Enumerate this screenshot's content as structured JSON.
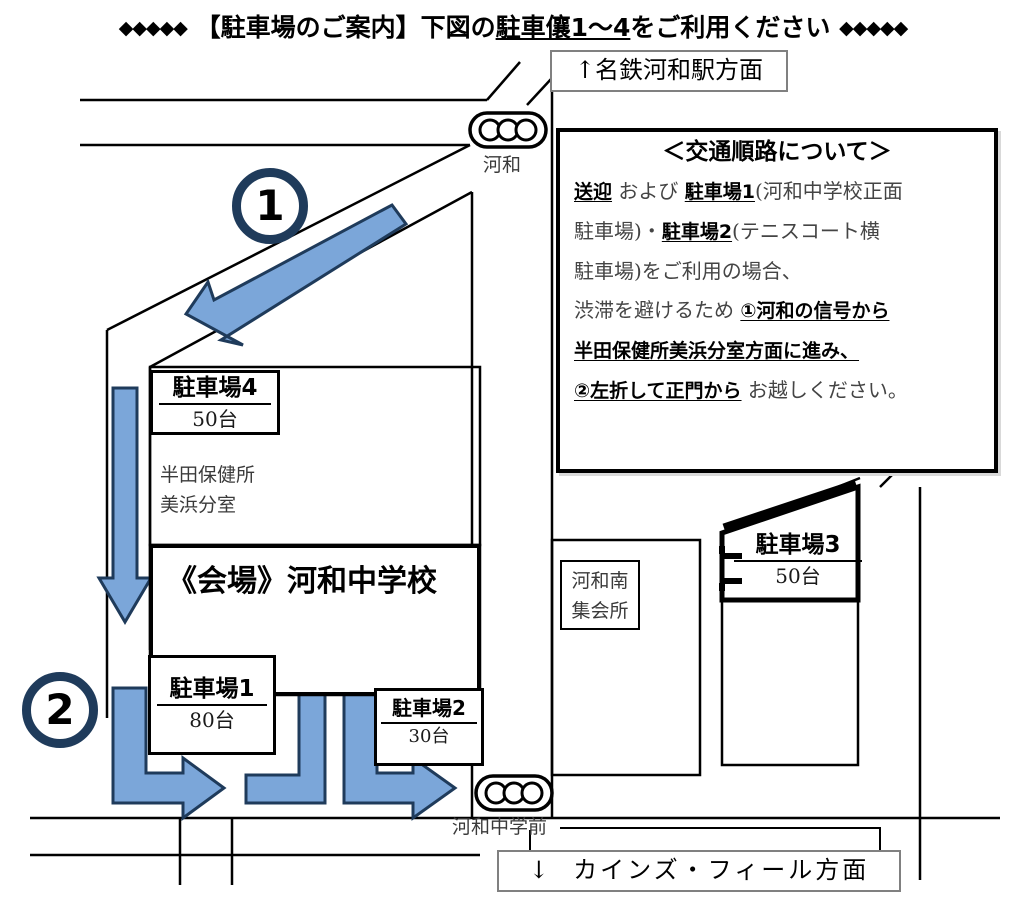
{
  "title": {
    "diamonds_left": "◆◆◆◆◆",
    "diamonds_right": "◆◆◆◆◆",
    "part1": "【駐車場のご案内】下図の",
    "part2_underlined": "駐車儴1～4",
    "part3": "をご利用ください"
  },
  "signs": {
    "north": {
      "arrow": "↑",
      "text": "名鉄河和駅方面"
    },
    "south": {
      "arrow": "↓",
      "text": "カインズ・フィール方面"
    }
  },
  "traffic_lights": [
    {
      "name": "kowa",
      "label": "河和"
    },
    {
      "name": "kowa-chugaku-mae",
      "label": "河和中学前"
    }
  ],
  "info_box": {
    "heading": "＜交通順路について＞",
    "lines": [
      {
        "segments": [
          {
            "t": "送迎",
            "bold": true,
            "underline": true
          },
          {
            "t": " および ",
            "bold": false,
            "underline": false
          },
          {
            "t": "駐車場1",
            "bold": true,
            "underline": true
          },
          {
            "t": "(河和中学校正面",
            "bold": false,
            "underline": false
          }
        ]
      },
      {
        "segments": [
          {
            "t": "駐車場)・",
            "bold": false,
            "underline": false
          },
          {
            "t": "駐車場2",
            "bold": true,
            "underline": true
          },
          {
            "t": "(テニスコート横",
            "bold": false,
            "underline": false
          }
        ]
      },
      {
        "segments": [
          {
            "t": "駐車場)をご利用の場合、",
            "bold": false,
            "underline": false
          }
        ]
      },
      {
        "segments": [
          {
            "t": "渋滞を避けるため ",
            "bold": false,
            "underline": false
          },
          {
            "t": "①河和の信号から",
            "bold": true,
            "underline": true
          }
        ]
      },
      {
        "segments": [
          {
            "t": "半田保健所美浜分室方面に進み、",
            "bold": true,
            "underline": true
          }
        ]
      },
      {
        "segments": [
          {
            "t": "②左折して正門から",
            "bold": true,
            "underline": true
          },
          {
            "t": " お越しください。",
            "bold": false,
            "underline": false
          }
        ]
      }
    ]
  },
  "venue": {
    "label": "《会場》河和中学校"
  },
  "buildings": [
    {
      "name": "handa-hokenjo",
      "lines": [
        "半田保健所",
        "美浜分室"
      ]
    },
    {
      "name": "kowaminami-shukaijo",
      "lines": [
        "河和南",
        "集会所"
      ]
    }
  ],
  "parking_lots": [
    {
      "id": 4,
      "label": "駐車場4",
      "capacity": "50台"
    },
    {
      "id": 1,
      "label": "駐車場1",
      "capacity": "80台"
    },
    {
      "id": 2,
      "label": "駐車場2",
      "capacity": "30台"
    },
    {
      "id": 3,
      "label": "駐車場3",
      "capacity": "50台"
    }
  ],
  "route_markers": [
    {
      "id": 1,
      "label": "1"
    },
    {
      "id": 2,
      "label": "2"
    }
  ],
  "colors": {
    "arrow_fill": "#7BA6D9",
    "arrow_stroke": "#1F3B5B",
    "marker_ring": "#1F3B5B",
    "road_line": "#000000",
    "sign_border": "#808080"
  }
}
